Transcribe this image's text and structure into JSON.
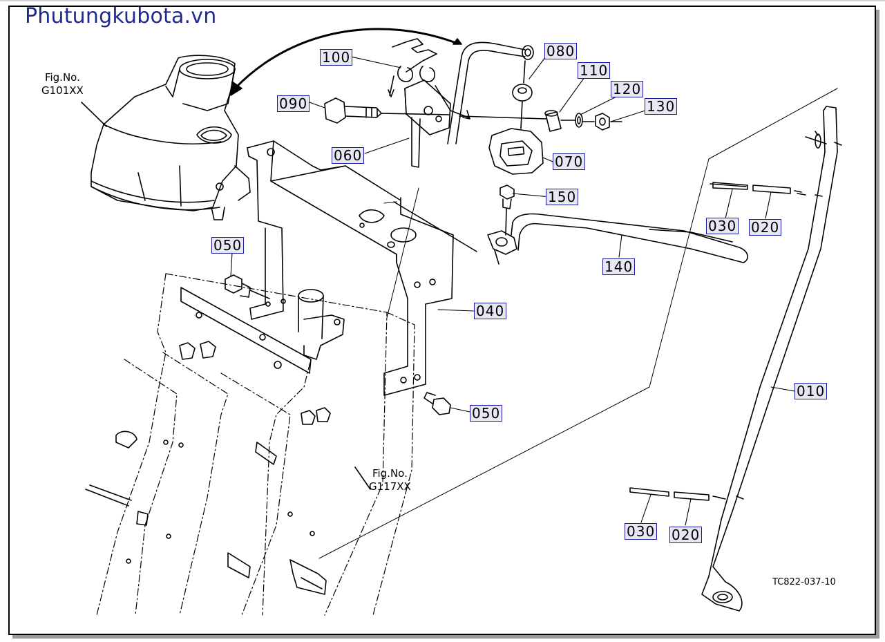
{
  "brand": "Phutungkubota.vn",
  "figure_refs": [
    {
      "line1": "Fig.No.",
      "line2": "G101XX"
    },
    {
      "line1": "Fig.No.",
      "line2": "G117XX"
    }
  ],
  "callouts": [
    "100",
    "080",
    "110",
    "120",
    "130",
    "090",
    "060",
    "070",
    "150",
    "050",
    "140",
    "040",
    "050",
    "010",
    "030",
    "020",
    "030",
    "020"
  ],
  "drawing_code": "TC822-037-10",
  "colors": {
    "brand": "#1f2a8c",
    "callout_border": "#1a1aa0",
    "callout_fill": "#e8e8f4"
  }
}
